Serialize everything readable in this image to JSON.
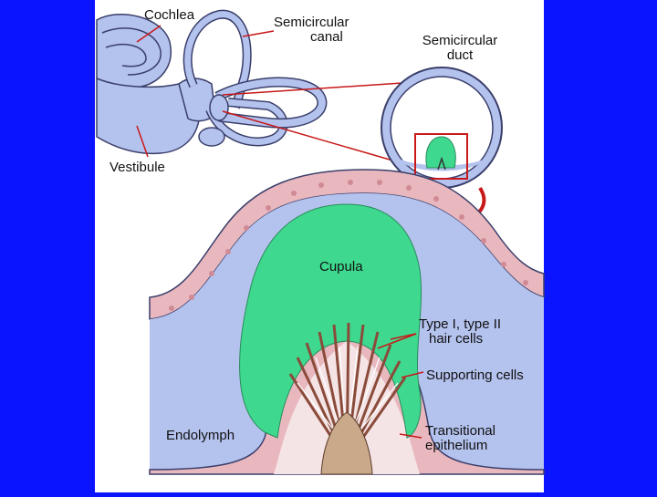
{
  "colors": {
    "background": "#0a14ff",
    "panel": "#ffffff",
    "tissue": "#b4c2ee",
    "tissue_stroke": "#3a3f6a",
    "cupula": "#3ed98f",
    "epithelium": "#e9b8bf",
    "leader": "#c81818",
    "hair_cell": "#8a4b3a"
  },
  "labels": {
    "cochlea": "Cochlea",
    "semicircular_canal": [
      "Semicircular",
      "canal"
    ],
    "semicircular_duct": [
      "Semicircular",
      "duct"
    ],
    "vestibule": "Vestibule",
    "cupula": "Cupula",
    "hair_cells": [
      "Type I, type II",
      "hair cells"
    ],
    "supporting_cells": "Supporting cells",
    "transitional_epithelium": [
      "Transitional",
      "epithelium"
    ],
    "endolymph": "Endolymph"
  }
}
